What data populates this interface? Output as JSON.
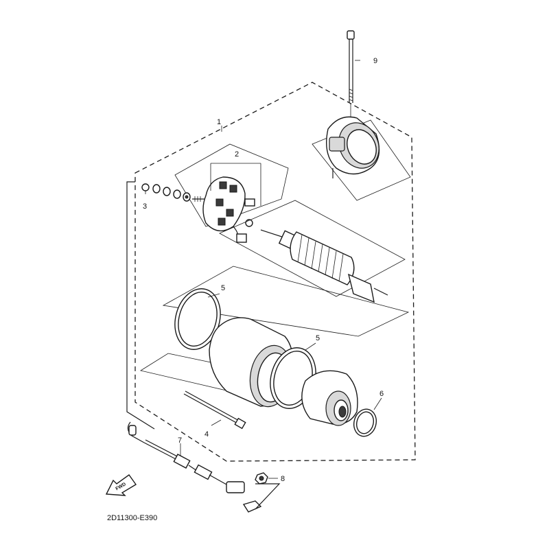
{
  "callouts": {
    "c1": "1",
    "c2": "2",
    "c3": "3",
    "c4": "4",
    "c5a": "5",
    "c5b": "5",
    "c6": "6",
    "c7": "7",
    "c8": "8",
    "c9": "9"
  },
  "fwd_label": "FWD",
  "diagram_code": "2D11300-E390",
  "colors": {
    "line": "#1a1a1a",
    "fill_light": "#d9d9d9",
    "fill_dark": "#3a3a3a",
    "background": "#ffffff"
  }
}
